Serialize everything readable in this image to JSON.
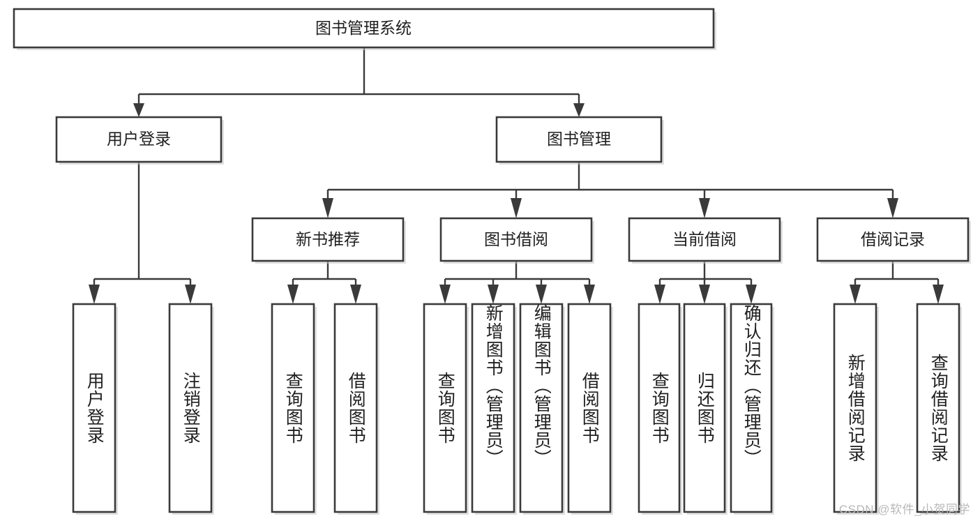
{
  "diagram": {
    "type": "tree-hierarchy",
    "root": {
      "label": "图书管理系统",
      "orientation": "horizontal"
    },
    "level2": [
      {
        "label": "用户登录"
      },
      {
        "label": "图书管理"
      }
    ],
    "level3": [
      {
        "label": "新书推荐"
      },
      {
        "label": "图书借阅"
      },
      {
        "label": "当前借阅"
      },
      {
        "label": "借阅记录"
      }
    ],
    "leaves": {
      "user_login": [
        {
          "label": "用户登录"
        },
        {
          "label": "注销登录"
        }
      ],
      "new_book_recommend": [
        {
          "label": "查询图书"
        },
        {
          "label": "借阅图书"
        }
      ],
      "book_borrow": [
        {
          "label": "查询图书"
        },
        {
          "label": "新增图书（管理员）"
        },
        {
          "label": "编辑图书（管理员）"
        },
        {
          "label": "借阅图书"
        }
      ],
      "current_borrow": [
        {
          "label": "查询图书"
        },
        {
          "label": "归还图书"
        },
        {
          "label": "确认归还（管理员）"
        }
      ],
      "borrow_record": [
        {
          "label": "新增借阅记录"
        },
        {
          "label": "查询借阅记录"
        }
      ]
    }
  },
  "watermark": {
    "text": "CSDN @软件_小贺同学"
  },
  "colors": {
    "box_stroke": "#3a3a3a",
    "box_fill": "#ffffff",
    "text": "#1f1f1f",
    "watermark": "#b8b8b8",
    "background": "#ffffff"
  }
}
